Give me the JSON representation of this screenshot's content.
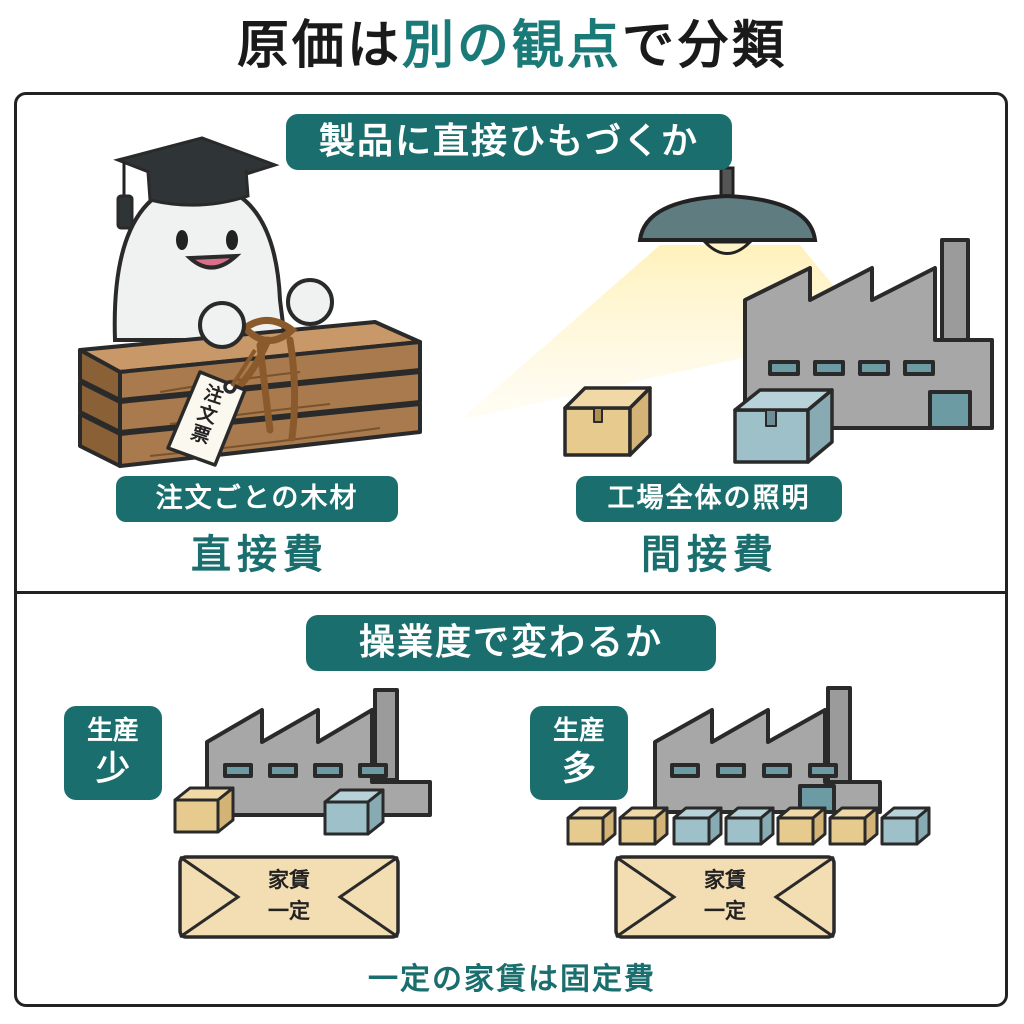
{
  "title": {
    "part1": "原価は",
    "part2": "別の観点",
    "part3": "で分類"
  },
  "top_section": {
    "header": "製品に直接ひもづくか",
    "left": {
      "tag_text": "注文票",
      "item_label": "注文ごとの木材",
      "category": "直接費"
    },
    "right": {
      "item_label": "工場全体の照明",
      "category": "間接費"
    }
  },
  "bottom_section": {
    "header": "操業度で変わるか",
    "left": {
      "badge_line1": "生産",
      "badge_line2": "少",
      "envelope_line1": "家賃",
      "envelope_line2": "一定"
    },
    "right": {
      "badge_line1": "生産",
      "badge_line2": "多",
      "envelope_line1": "家賃",
      "envelope_line2": "一定"
    },
    "caption": "一定の家賃は固定費"
  },
  "colors": {
    "accent": "#1a6e6e",
    "factory_gray": "#a7a7a7",
    "box_kraft": "#e6ca8e",
    "box_blue": "#9ec0c8",
    "wood": "#a87a4e",
    "envelope": "#f3ddb2"
  }
}
